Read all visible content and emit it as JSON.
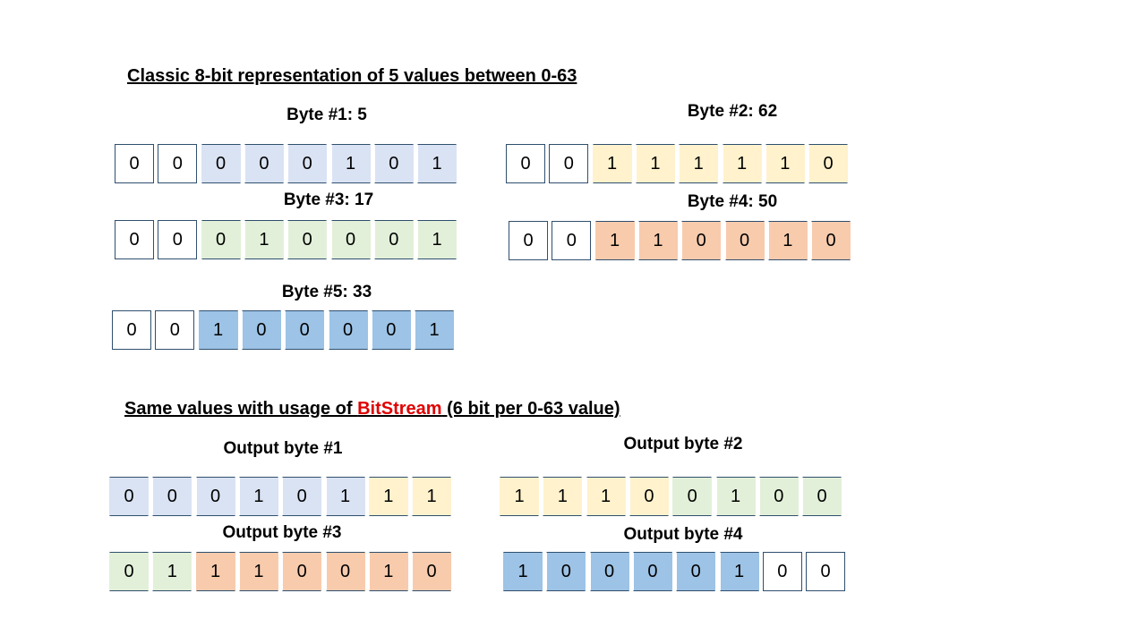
{
  "section1": {
    "title": "Classic 8-bit representation of 5 values between 0-63",
    "bytes": [
      {
        "label": "Byte #1: 5",
        "bits": [
          "0",
          "0",
          "0",
          "0",
          "0",
          "1",
          "0",
          "1"
        ],
        "colors": [
          "white",
          "white",
          "blue-light",
          "blue-light",
          "blue-light",
          "blue-light",
          "blue-light",
          "blue-light"
        ]
      },
      {
        "label": "Byte #2: 62",
        "bits": [
          "0",
          "0",
          "1",
          "1",
          "1",
          "1",
          "1",
          "0"
        ],
        "colors": [
          "white",
          "white",
          "yellow",
          "yellow",
          "yellow",
          "yellow",
          "yellow",
          "yellow"
        ]
      },
      {
        "label": "Byte #3: 17",
        "bits": [
          "0",
          "0",
          "0",
          "1",
          "0",
          "0",
          "0",
          "1"
        ],
        "colors": [
          "white",
          "white",
          "green",
          "green",
          "green",
          "green",
          "green",
          "green"
        ]
      },
      {
        "label": "Byte #4: 50",
        "bits": [
          "0",
          "0",
          "1",
          "1",
          "0",
          "0",
          "1",
          "0"
        ],
        "colors": [
          "white",
          "white",
          "orange",
          "orange",
          "orange",
          "orange",
          "orange",
          "orange"
        ]
      },
      {
        "label": "Byte #5: 33",
        "bits": [
          "0",
          "0",
          "1",
          "0",
          "0",
          "0",
          "0",
          "1"
        ],
        "colors": [
          "white",
          "white",
          "blue",
          "blue",
          "blue",
          "blue",
          "blue",
          "blue"
        ]
      }
    ]
  },
  "section2": {
    "title_before": "Same values with usage of ",
    "title_highlight": "BitStream",
    "title_after": " (6 bit per 0-63 value)",
    "bytes": [
      {
        "label": "Output byte #1",
        "bits": [
          "0",
          "0",
          "0",
          "1",
          "0",
          "1",
          "1",
          "1"
        ],
        "colors": [
          "blue-light",
          "blue-light",
          "blue-light",
          "blue-light",
          "blue-light",
          "blue-light",
          "yellow",
          "yellow"
        ]
      },
      {
        "label": "Output byte #2",
        "bits": [
          "1",
          "1",
          "1",
          "0",
          "0",
          "1",
          "0",
          "0"
        ],
        "colors": [
          "yellow",
          "yellow",
          "yellow",
          "yellow",
          "green",
          "green",
          "green",
          "green"
        ]
      },
      {
        "label": "Output byte #3",
        "bits": [
          "0",
          "1",
          "1",
          "1",
          "0",
          "0",
          "1",
          "0"
        ],
        "colors": [
          "green",
          "green",
          "orange",
          "orange",
          "orange",
          "orange",
          "orange",
          "orange"
        ]
      },
      {
        "label": "Output byte #4",
        "bits": [
          "1",
          "0",
          "0",
          "0",
          "0",
          "1",
          "0",
          "0"
        ],
        "colors": [
          "blue",
          "blue",
          "blue",
          "blue",
          "blue",
          "blue",
          "white",
          "white"
        ]
      }
    ]
  },
  "colors": {
    "white": "#ffffff",
    "blue-light": "#dae3f3",
    "yellow": "#fff2cc",
    "green": "#e2f0d9",
    "orange": "#f8cbad",
    "blue": "#9dc3e6",
    "highlight": "#e00000",
    "border": "#2f4f6e"
  }
}
